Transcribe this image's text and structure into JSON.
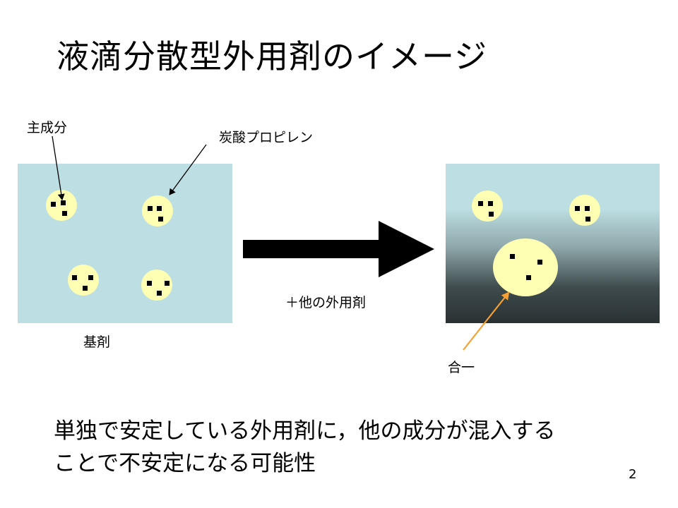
{
  "title": "液滴分散型外用剤のイメージ",
  "labels": {
    "main_component": "主成分",
    "propylene_carbonate": "炭酸プロピレン",
    "base": "基剤",
    "other_topical": "＋他の外用剤",
    "merge": "合一"
  },
  "caption": {
    "line1": "単独で安定している外用剤に，他の成分が混入する",
    "line2": "ことで不安定になる可能性"
  },
  "page_number": "2",
  "colors": {
    "base_fill": "#bddfe3",
    "droplet_fill": "#ffffb3",
    "particle": "#000000",
    "arrow": "#000000",
    "merge_pointer": "#f7a030"
  }
}
